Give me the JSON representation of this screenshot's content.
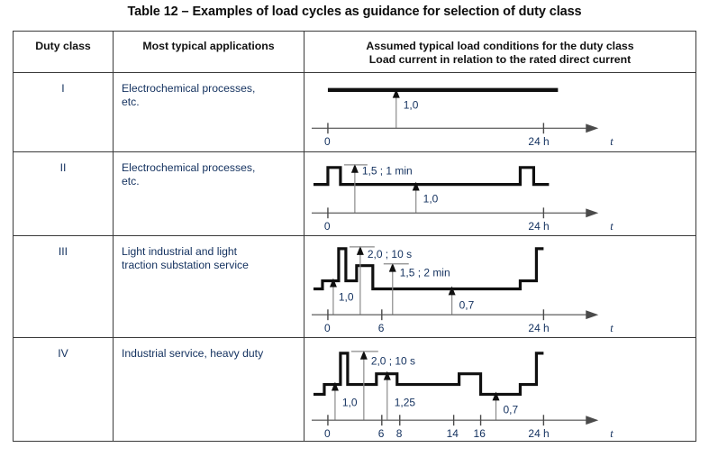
{
  "title": "Table 12 – Examples of load cycles as guidance for selection of duty class",
  "table": {
    "headers": {
      "duty_class": "Duty class",
      "applications": "Most typical applications",
      "conditions_line1": "Assumed typical load conditions for the duty class",
      "conditions_line2": "Load current in relation to the rated direct current"
    },
    "rows": [
      {
        "duty_class": "I",
        "applications": "Electrochemical processes, etc.",
        "applications_lines": [
          "Electrochemical processes,",
          "etc."
        ],
        "axis": {
          "label_t": "t",
          "ticks": [
            {
              "label": "0",
              "value": 0
            },
            {
              "label": "24 h",
              "value": 24
            }
          ]
        },
        "annotations": [
          {
            "label": "1,0",
            "level": 1.0
          }
        ],
        "steps": [
          {
            "from": 0,
            "to": 24,
            "level": 1.0
          }
        ]
      },
      {
        "duty_class": "II",
        "applications": "Electrochemical processes, etc.",
        "applications_lines": [
          "Electrochemical processes,",
          "etc."
        ],
        "axis": {
          "label_t": "t",
          "ticks": [
            {
              "label": "0",
              "value": 0
            },
            {
              "label": "24 h",
              "value": 24
            }
          ]
        },
        "annotations": [
          {
            "label": "1,5 ;  1 min",
            "level": 1.5
          },
          {
            "label": "1,0",
            "level": 1.0
          }
        ],
        "steps": [
          {
            "from": 0.0,
            "to": 0.8,
            "level": 1.0
          },
          {
            "from": 0.8,
            "to": 2.1,
            "level": 1.5
          },
          {
            "from": 2.1,
            "to": 21.0,
            "level": 1.0
          },
          {
            "from": 21.0,
            "to": 22.4,
            "level": 1.5
          },
          {
            "from": 22.4,
            "to": 23.3,
            "level": 1.0
          }
        ]
      },
      {
        "duty_class": "III",
        "applications": "Light industrial and light traction substation service",
        "applications_lines": [
          "Light industrial and light",
          "traction substation service"
        ],
        "axis": {
          "label_t": "t",
          "ticks": [
            {
              "label": "0",
              "value": 0
            },
            {
              "label": "6",
              "value": 6
            },
            {
              "label": "24 h",
              "value": 24
            }
          ]
        },
        "annotations": [
          {
            "label": "2,0 ;  10 s",
            "level": 2.0
          },
          {
            "label": "1,5 ;  2 min",
            "level": 1.5
          },
          {
            "label": "1,0",
            "level": 1.0
          },
          {
            "label": "0,7",
            "level": 0.7
          }
        ],
        "steps": [
          {
            "from": 0.0,
            "to": 1.0,
            "level": 0.7
          },
          {
            "from": 1.0,
            "to": 2.6,
            "level": 1.0
          },
          {
            "from": 2.6,
            "to": 3.2,
            "level": 2.0
          },
          {
            "from": 3.2,
            "to": 4.6,
            "level": 1.0
          },
          {
            "from": 4.6,
            "to": 6.4,
            "level": 1.5
          },
          {
            "from": 6.4,
            "to": 21.5,
            "level": 0.7
          },
          {
            "from": 21.5,
            "to": 23.2,
            "level": 1.0
          },
          {
            "from": 23.2,
            "to": 23.8,
            "level": 2.0
          }
        ]
      },
      {
        "duty_class": "IV",
        "applications": "Industrial service, heavy duty",
        "applications_lines": [
          "Industrial service, heavy duty"
        ],
        "axis": {
          "label_t": "t",
          "ticks": [
            {
              "label": "0",
              "value": 0
            },
            {
              "label": "6",
              "value": 6
            },
            {
              "label": "8",
              "value": 8
            },
            {
              "label": "14",
              "value": 14
            },
            {
              "label": "16",
              "value": 16
            },
            {
              "label": "24 h",
              "value": 24
            }
          ]
        },
        "annotations": [
          {
            "label": "2,0 ;  10 s",
            "level": 2.0
          },
          {
            "label": "1,0",
            "level": 1.0
          },
          {
            "label": "1,25",
            "level": 1.25
          },
          {
            "label": "0,7",
            "level": 0.7
          }
        ],
        "steps": [
          {
            "from": 0.0,
            "to": 1.0,
            "level": 0.7
          },
          {
            "from": 1.0,
            "to": 2.1,
            "level": 1.0
          },
          {
            "from": 2.1,
            "to": 2.6,
            "level": 2.0
          },
          {
            "from": 2.6,
            "to": 6.0,
            "level": 1.0
          },
          {
            "from": 6.0,
            "to": 8.0,
            "level": 1.25
          },
          {
            "from": 8.0,
            "to": 14.0,
            "level": 1.0
          },
          {
            "from": 14.0,
            "to": 16.0,
            "level": 1.25
          },
          {
            "from": 16.0,
            "to": 21.5,
            "level": 0.7
          },
          {
            "from": 21.5,
            "to": 23.2,
            "level": 1.0
          },
          {
            "from": 23.2,
            "to": 23.8,
            "level": 2.0
          }
        ]
      }
    ]
  }
}
